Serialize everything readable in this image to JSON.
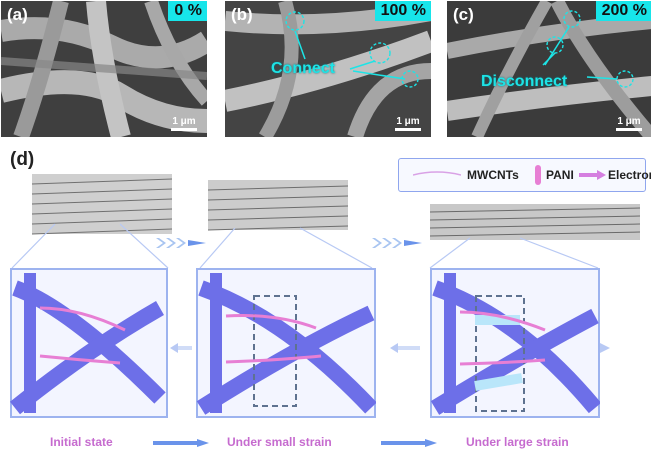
{
  "panels": [
    {
      "label": "(a)",
      "strain": "0 %",
      "scale": "1 μm"
    },
    {
      "label": "(b)",
      "strain": "100 %",
      "scale": "1 μm",
      "callout": "Connect"
    },
    {
      "label": "(c)",
      "strain": "200 %",
      "scale": "1 μm",
      "callout": "Disconnect"
    }
  ],
  "diagram": {
    "label": "(d)",
    "legend": {
      "mwcnts": "MWCNTs",
      "pani": "PANI",
      "electron": "Electron"
    },
    "stages": [
      "Initial state",
      "Under small strain",
      "Under large strain"
    ]
  },
  "colors": {
    "cyan": "#17e5ea",
    "fiber": "#6d6fe8",
    "pani": "#e77fd4",
    "legend_border": "#8fa6ee",
    "stage_text": "#c66bcf"
  }
}
